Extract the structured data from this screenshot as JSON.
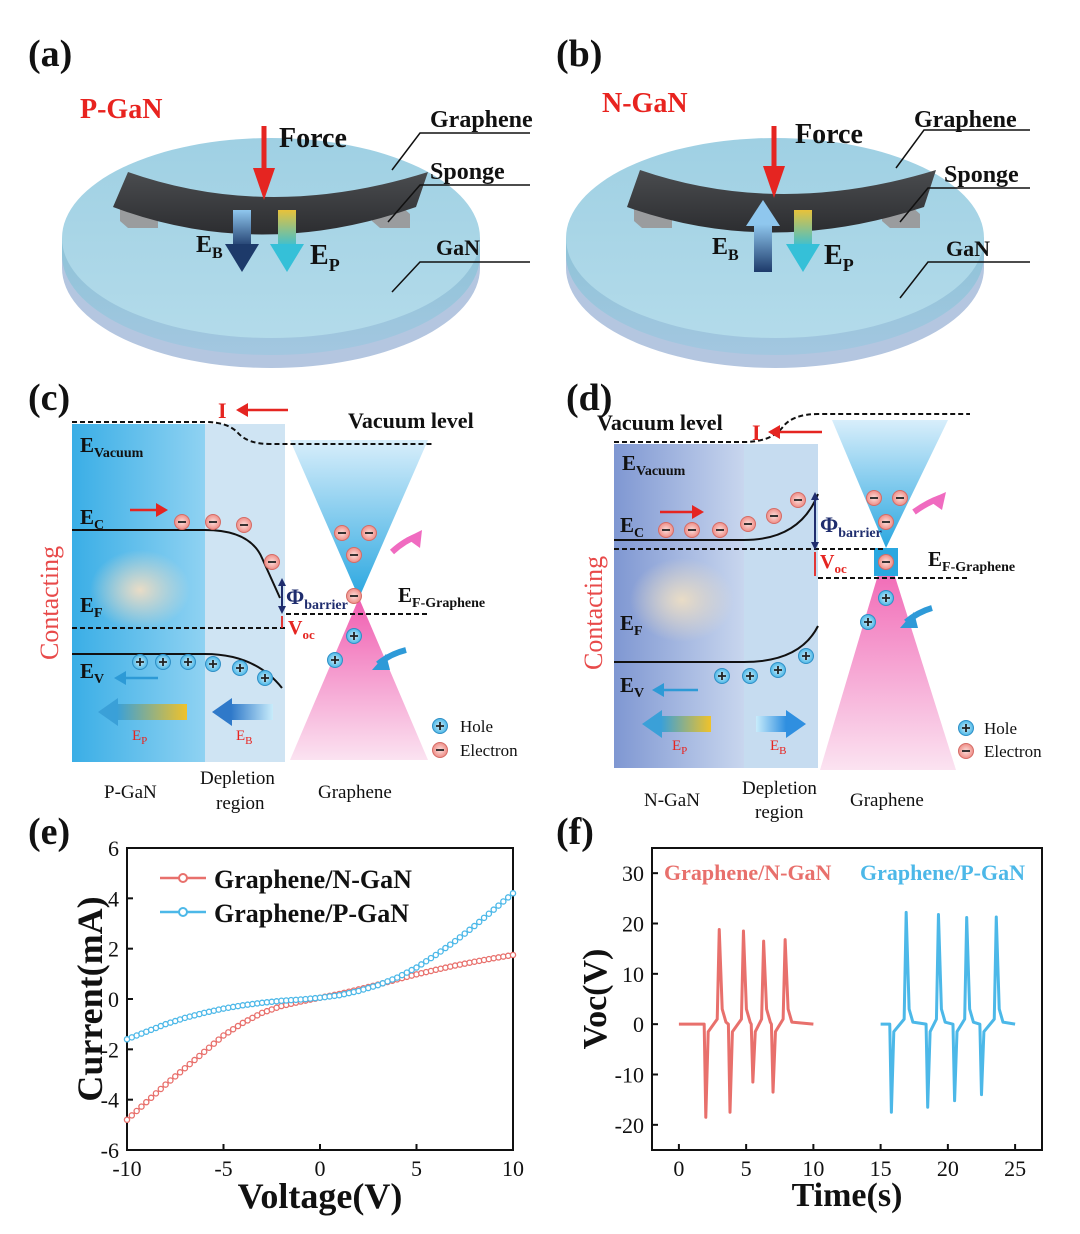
{
  "panels": {
    "a": {
      "label": "(a)",
      "type_label": "P-GaN",
      "force": "Force",
      "graphene": "Graphene",
      "sponge": "Sponge",
      "gan": "GaN",
      "eb_main": "E",
      "eb_sub": "B",
      "ep_main": "E",
      "ep_sub": "P"
    },
    "b": {
      "label": "(b)",
      "type_label": "N-GaN",
      "force": "Force",
      "graphene": "Graphene",
      "sponge": "Sponge",
      "gan": "GaN",
      "eb_main": "E",
      "eb_sub": "B",
      "ep_main": "E",
      "ep_sub": "P"
    },
    "c": {
      "label": "(c)",
      "side_label": "Contacting",
      "current": "I",
      "vacuum_level": "Vacuum level",
      "evac_main": "E",
      "evac_sub": "Vacuum",
      "ec_main": "E",
      "ec_sub": "C",
      "ef_main": "E",
      "ef_sub": "F",
      "ev_main": "E",
      "ev_sub": "V",
      "phi_main": "Φ",
      "phi_sub": "barrier",
      "voc_main": "V",
      "voc_sub": "oc",
      "efg_main": "E",
      "efg_sub": "F-Graphene",
      "ep_main": "E",
      "ep_sub": "P",
      "eb_main": "E",
      "eb_sub": "B",
      "legend_hole": "Hole",
      "legend_electron": "Electron",
      "region_left": "P-GaN",
      "region_mid_1": "Depletion",
      "region_mid_2": "region",
      "region_right": "Graphene"
    },
    "d": {
      "label": "(d)",
      "side_label": "Contacting",
      "current": "I",
      "vacuum_level": "Vacuum level",
      "evac_main": "E",
      "evac_sub": "Vacuum",
      "ec_main": "E",
      "ec_sub": "C",
      "ef_main": "E",
      "ef_sub": "F",
      "ev_main": "E",
      "ev_sub": "V",
      "phi_main": "Φ",
      "phi_sub": "barrier",
      "voc_main": "V",
      "voc_sub": "oc",
      "efg_main": "E",
      "efg_sub": "F-Graphene",
      "ep_main": "E",
      "ep_sub": "P",
      "eb_main": "E",
      "eb_sub": "B",
      "legend_hole": "Hole",
      "legend_electron": "Electron",
      "region_left": "N-GaN",
      "region_mid_1": "Depletion",
      "region_mid_2": "region",
      "region_right": "Graphene"
    },
    "e": {
      "label": "(e)"
    },
    "f": {
      "label": "(f)"
    }
  },
  "colors": {
    "red_series": "#e8706c",
    "blue_series": "#4cb8e8",
    "red_label": "#e8231f",
    "navy": "#1f2d6e",
    "gan_disc": "#a9d3e4"
  },
  "chart_data": [
    {
      "panel": "e",
      "type": "line",
      "xlabel": "Voltage(V)",
      "ylabel": "Current(mA)",
      "xlim": [
        -10,
        10
      ],
      "ylim": [
        -6,
        6
      ],
      "xticks": [
        -10,
        -5,
        0,
        5,
        10
      ],
      "yticks": [
        -6,
        -4,
        -2,
        0,
        2,
        4,
        6
      ],
      "legend_position": "top-left",
      "series": [
        {
          "name": "Graphene/N-GaN",
          "color": "#e8706c",
          "x": [
            -10,
            -9,
            -8,
            -7,
            -6,
            -5,
            -4,
            -3,
            -2,
            -1,
            0,
            1,
            2,
            3,
            4,
            5,
            6,
            7,
            8,
            9,
            10
          ],
          "y": [
            -4.8,
            -4.1,
            -3.4,
            -2.75,
            -2.1,
            -1.45,
            -0.95,
            -0.55,
            -0.28,
            -0.1,
            0.05,
            0.2,
            0.38,
            0.57,
            0.78,
            0.98,
            1.16,
            1.33,
            1.48,
            1.62,
            1.75
          ]
        },
        {
          "name": "Graphene/P-GaN",
          "color": "#4cb8e8",
          "x": [
            -10,
            -9,
            -8,
            -7,
            -6,
            -5,
            -4,
            -3,
            -2,
            -1,
            0,
            1,
            2,
            3,
            4,
            5,
            6,
            7,
            8,
            9,
            10
          ],
          "y": [
            -1.6,
            -1.3,
            -1.0,
            -0.75,
            -0.55,
            -0.38,
            -0.25,
            -0.15,
            -0.07,
            -0.02,
            0.05,
            0.15,
            0.32,
            0.55,
            0.85,
            1.25,
            1.75,
            2.3,
            2.9,
            3.55,
            4.2
          ]
        }
      ]
    },
    {
      "panel": "f",
      "type": "line",
      "xlabel": "Time(s)",
      "ylabel": "Voc(V)",
      "xlim": [
        -2,
        27
      ],
      "ylim": [
        -25,
        35
      ],
      "xticks": [
        0,
        5,
        10,
        15,
        20,
        25
      ],
      "yticks": [
        -20,
        -10,
        0,
        10,
        20,
        30
      ],
      "series": [
        {
          "name": "Graphene/N-GaN",
          "color": "#e8706c",
          "pulses": [
            {
              "t_min": 2.0,
              "min": -18.5,
              "t_max": 3.0,
              "max": 18.8
            },
            {
              "t_min": 3.8,
              "min": -17.5,
              "t_max": 4.8,
              "max": 18.5
            },
            {
              "t_min": 5.5,
              "min": -11.5,
              "t_max": 6.3,
              "max": 16.5
            },
            {
              "t_min": 7.0,
              "min": -13.5,
              "t_max": 7.9,
              "max": 16.8
            }
          ],
          "t_range": [
            0,
            10
          ]
        },
        {
          "name": "Graphene/P-GaN",
          "color": "#4cb8e8",
          "pulses": [
            {
              "t_min": 15.8,
              "min": -17.5,
              "t_max": 16.9,
              "max": 22.2
            },
            {
              "t_min": 18.5,
              "min": -16.5,
              "t_max": 19.3,
              "max": 21.8
            },
            {
              "t_min": 20.5,
              "min": -15.2,
              "t_max": 21.4,
              "max": 21.2
            },
            {
              "t_min": 22.5,
              "min": -14.0,
              "t_max": 23.6,
              "max": 21.3
            }
          ],
          "t_range": [
            15,
            25
          ]
        }
      ]
    }
  ]
}
